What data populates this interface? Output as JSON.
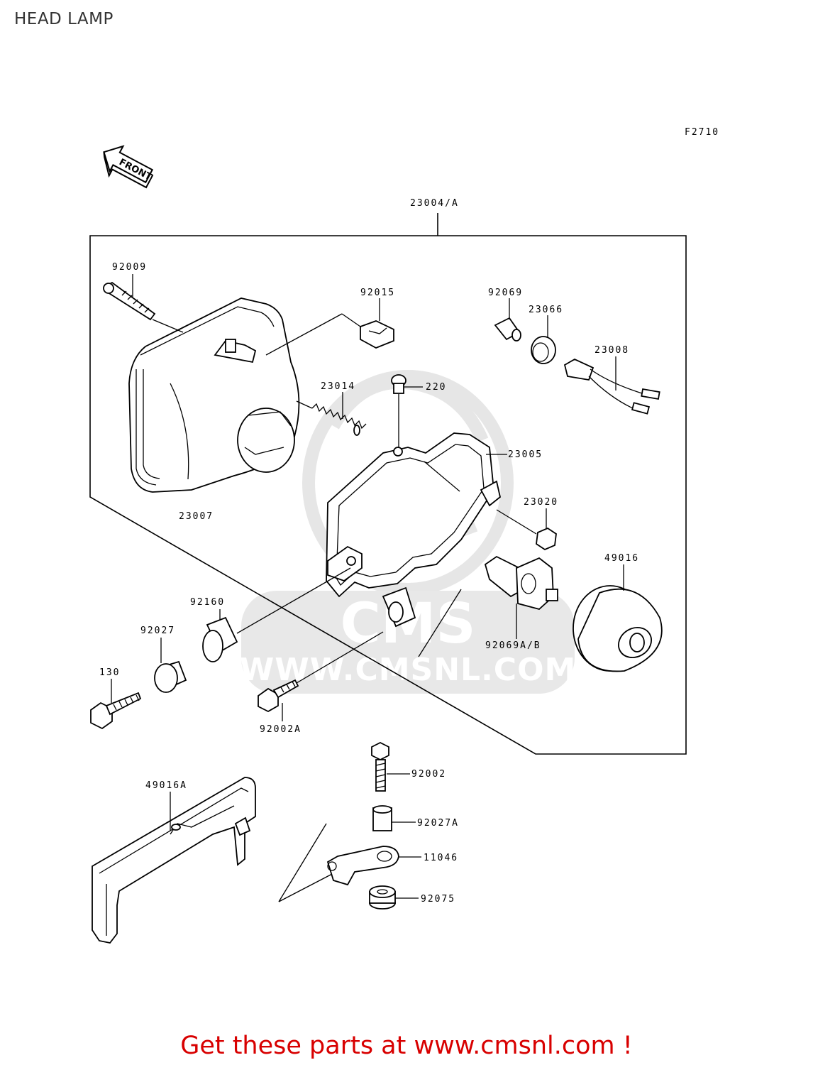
{
  "page": {
    "title": "HEAD LAMP"
  },
  "diagram": {
    "figure_code": "F2710",
    "front_arrow": "FRONT",
    "labels": {
      "assembly": "23004/A",
      "p92009": "92009",
      "p92015": "92015",
      "p92069": "92069",
      "p23066": "23066",
      "p23008": "23008",
      "p23014": "23014",
      "p220": "220",
      "p23005": "23005",
      "p23007": "23007",
      "p23020": "23020",
      "p49016": "49016",
      "p92160": "92160",
      "p92027": "92027",
      "p130": "130",
      "p92069AB": "92069A/B",
      "p92002A": "92002A",
      "p92002": "92002",
      "p49016A": "49016A",
      "p92027A": "92027A",
      "p11046": "11046",
      "p92075": "92075"
    }
  },
  "watermark": {
    "text": "WWW.CMSNL.COM",
    "logo_text": "CMS"
  },
  "footer": {
    "cta": "Get these parts at www.cmsnl.com !"
  },
  "colors": {
    "cta": "#d80000",
    "watermark": "#e8e8e8",
    "ink": "#000000"
  }
}
